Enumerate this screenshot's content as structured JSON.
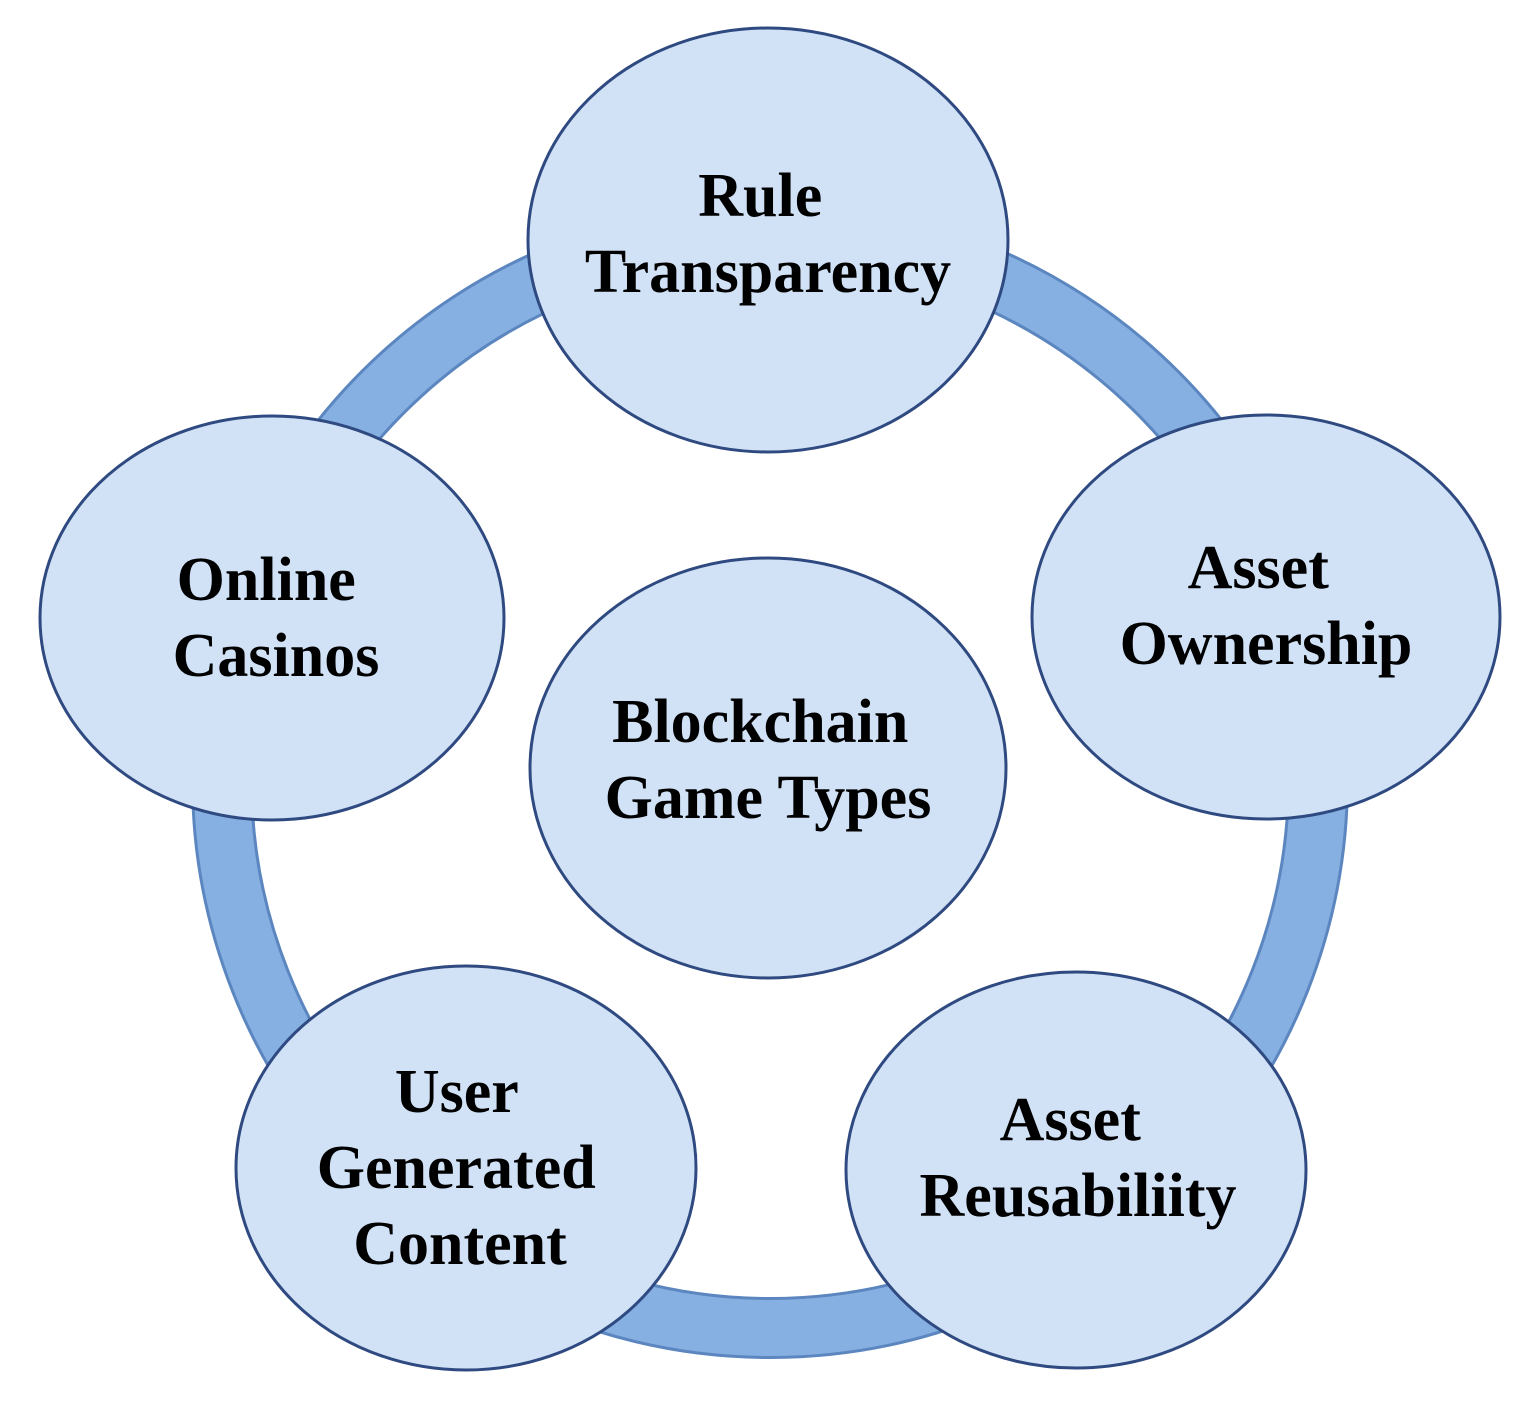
{
  "colors": {
    "ring": "#86b0e2",
    "ring_edge": "#5b86bf",
    "node_fill": "#d1e2f7",
    "node_stroke": "#2f4a80",
    "text": "#000000"
  },
  "diagram": {
    "center": {
      "lines": [
        "Blockchain",
        "Game Types"
      ]
    },
    "nodes": [
      {
        "id": "rule-transparency",
        "lines": [
          "Rule",
          "Transparency"
        ]
      },
      {
        "id": "asset-ownership",
        "lines": [
          "Asset",
          "Ownership"
        ]
      },
      {
        "id": "asset-reusability",
        "lines": [
          "Asset",
          "Reusabiliity"
        ]
      },
      {
        "id": "user-generated-content",
        "lines": [
          "User",
          "Generated",
          "Content"
        ]
      },
      {
        "id": "online-casinos",
        "lines": [
          "Online",
          "Casinos"
        ]
      }
    ]
  }
}
